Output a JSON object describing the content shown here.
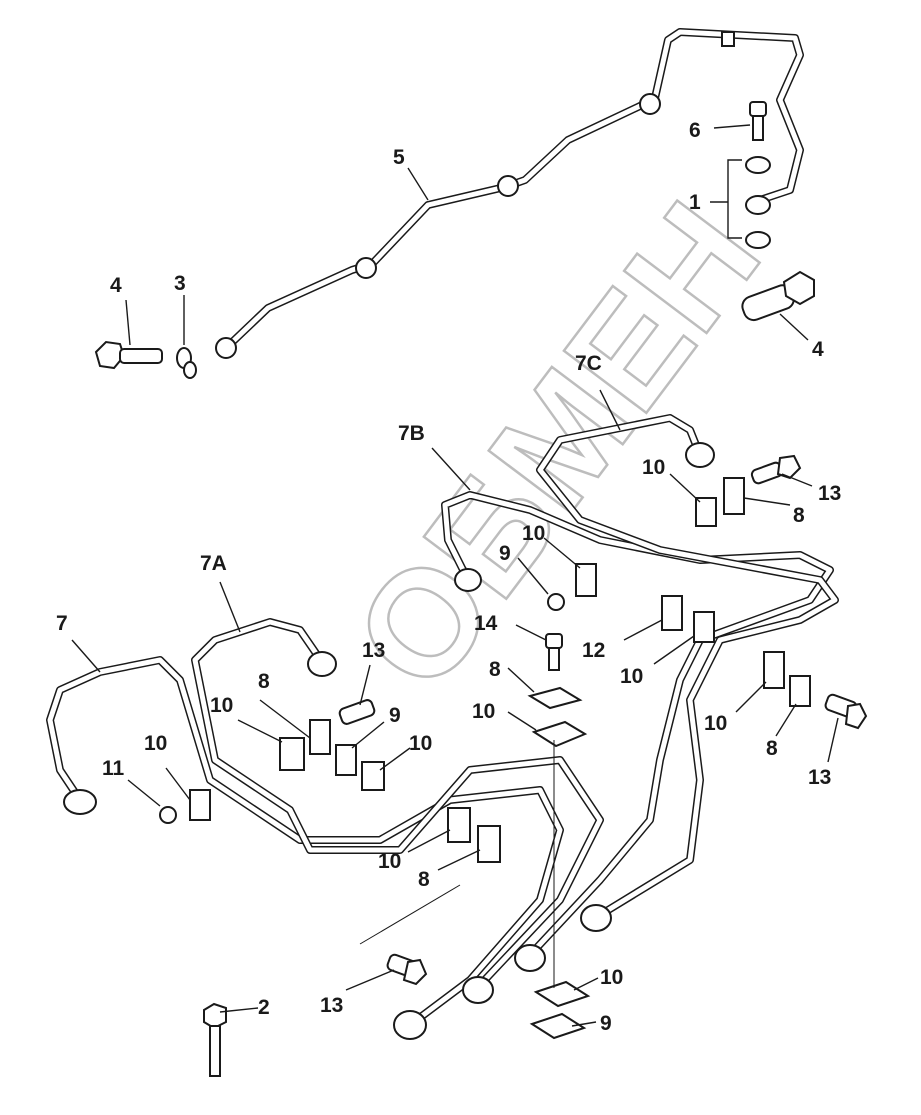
{
  "watermark": "ОБМЕН",
  "callouts": {
    "c1": "1",
    "c2": "2",
    "c3": "3",
    "c4a": "4",
    "c4b": "4",
    "c5": "5",
    "c6": "6",
    "c7": "7",
    "c7a": "7A",
    "c7b": "7B",
    "c7c": "7C",
    "c8a": "8",
    "c8b": "8",
    "c8c": "8",
    "c8d": "8",
    "c8e": "8",
    "c9a": "9",
    "c9b": "9",
    "c9c": "9",
    "c10a": "10",
    "c10b": "10",
    "c10c": "10",
    "c10d": "10",
    "c10e": "10",
    "c10f": "10",
    "c10g": "10",
    "c10h": "10",
    "c10i": "10",
    "c10j": "10",
    "c11": "11",
    "c12": "12",
    "c13a": "13",
    "c13b": "13",
    "c13c": "13",
    "c13d": "13",
    "c14": "14"
  }
}
